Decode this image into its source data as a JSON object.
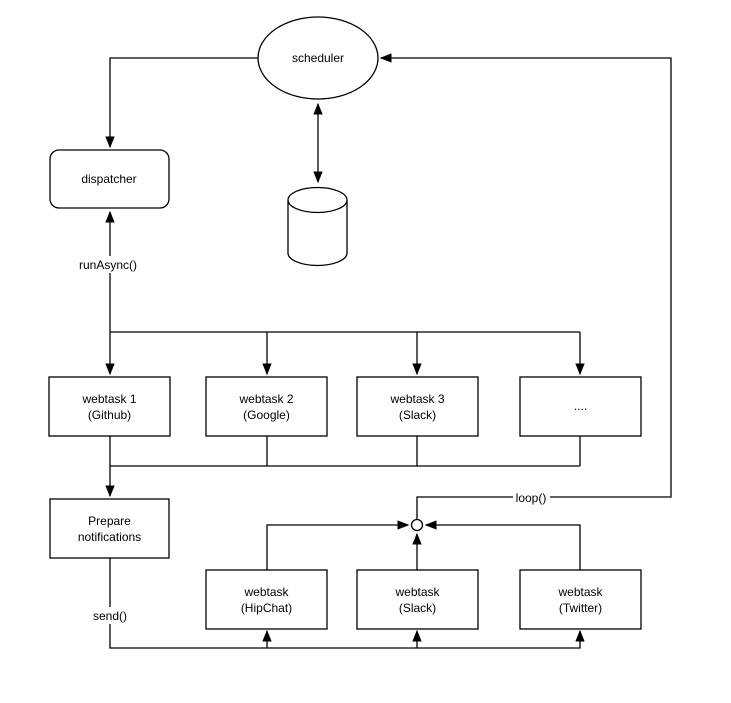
{
  "canvas": {
    "background": "#ffffff",
    "stroke_color": "#000000",
    "text_color": "#000000"
  },
  "nodes": {
    "scheduler": {
      "label": "scheduler"
    },
    "dispatcher": {
      "label": "dispatcher"
    },
    "webtask1": {
      "line1": "webtask 1",
      "line2": "(Github)"
    },
    "webtask2": {
      "line1": "webtask 2",
      "line2": "(Google)"
    },
    "webtask3": {
      "line1": "webtask 3",
      "line2": "(Slack)"
    },
    "webtask_more": {
      "label": "...."
    },
    "prepare": {
      "line1": "Prepare",
      "line2": "notifications"
    },
    "webtask_hipchat": {
      "line1": "webtask",
      "line2": "(HipChat)"
    },
    "webtask_slack": {
      "line1": "webtask",
      "line2": "(Slack)"
    },
    "webtask_twitter": {
      "line1": "webtask",
      "line2": "(Twitter)"
    }
  },
  "edge_labels": {
    "run_async": "runAsync()",
    "send": "send()",
    "loop": "loop()"
  }
}
